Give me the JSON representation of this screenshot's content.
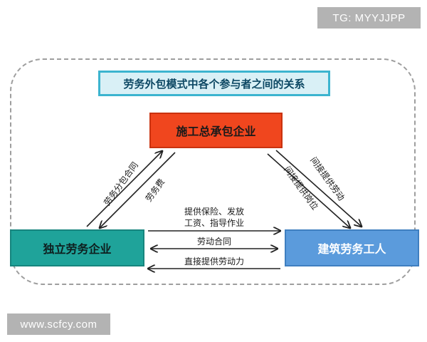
{
  "watermarks": {
    "top_right": "TG: MYYJJPP",
    "bottom_left": "www.scfcy.com"
  },
  "title": "劳务外包模式中各个参与者之间的关系",
  "nodes": {
    "top": "施工总承包企业",
    "left": "独立劳务企业",
    "right": "建筑劳务工人"
  },
  "edges": {
    "left_diagonal": {
      "up": "劳务分包合同",
      "down": "劳务费"
    },
    "right_diagonal": {
      "down_outer": "间接提供劳动",
      "down_inner": "间接提供岗位"
    },
    "bottom": {
      "line1a": "提供保险、发放",
      "line1b": "工资、指导作业",
      "line2": "劳动合同",
      "line3": "直接提供劳动力"
    }
  }
}
